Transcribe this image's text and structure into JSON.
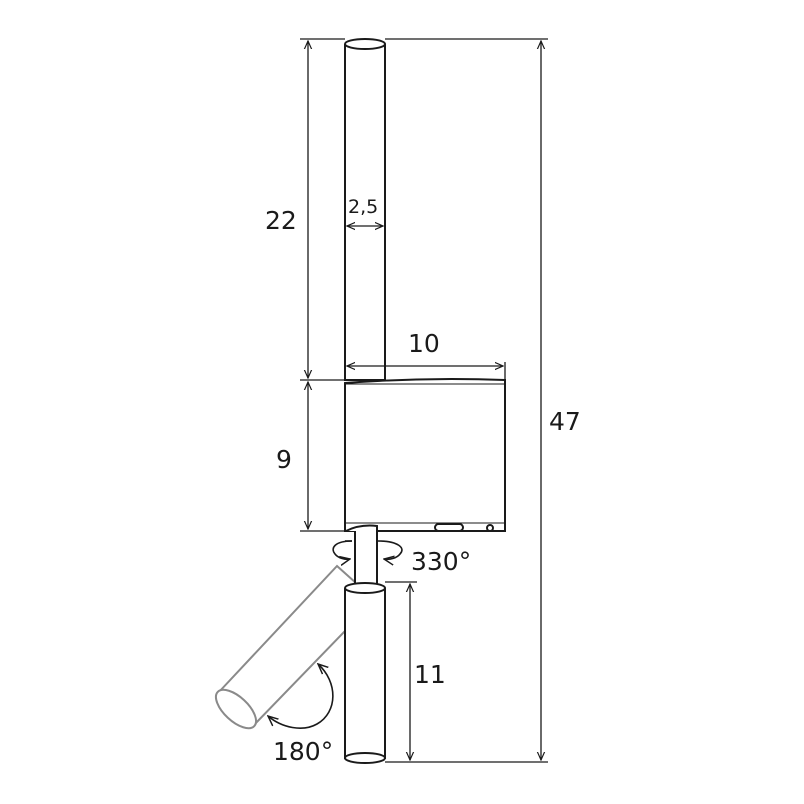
{
  "dimensions": {
    "total_height": "47",
    "top_rod_height": "22",
    "rod_diameter": "2,5",
    "body_width": "10",
    "body_height": "9",
    "spot_height": "11"
  },
  "rotations": {
    "horizontal": "330°",
    "vertical": "180°"
  },
  "colors": {
    "line": "#1a1a1a",
    "ghost": "#8a8a8a"
  }
}
